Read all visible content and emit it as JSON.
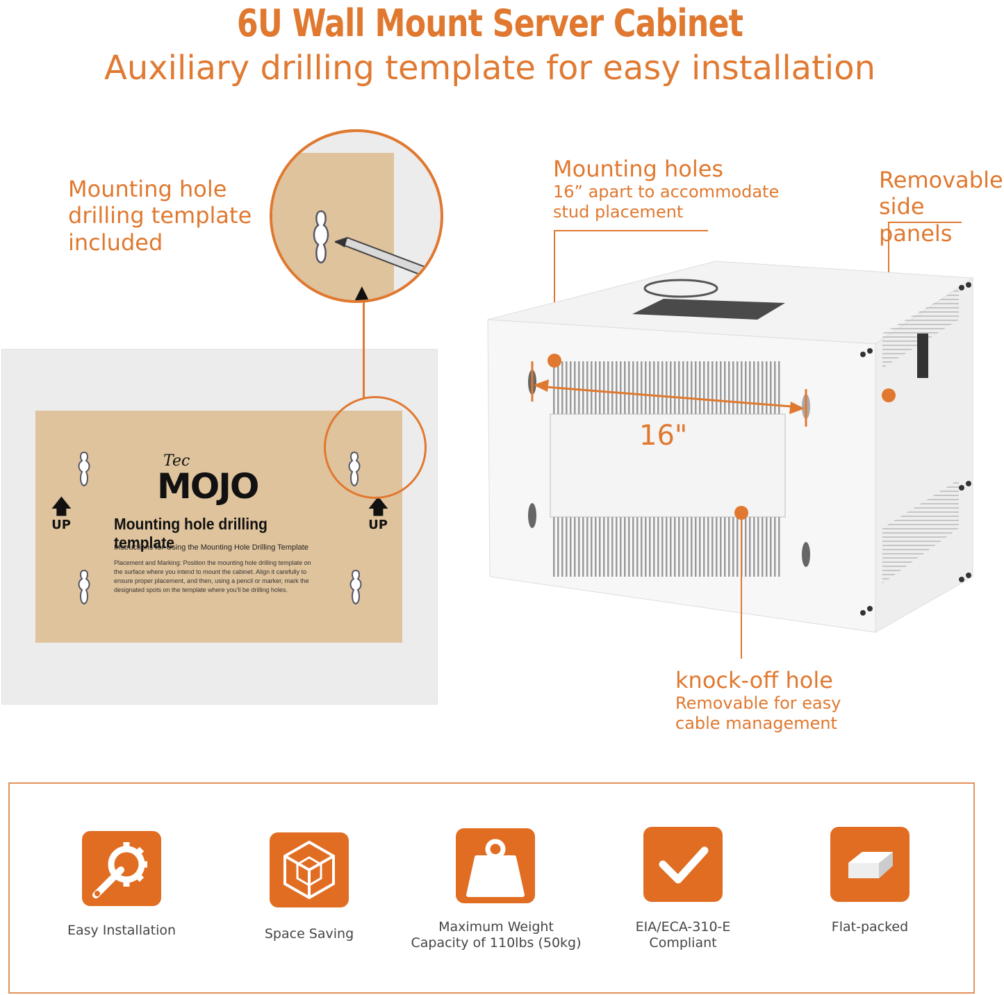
{
  "header": {
    "title": "6U Wall Mount Server Cabinet",
    "subtitle": "Auxiliary drilling template for easy installation"
  },
  "callouts": {
    "template": {
      "line1": "Mounting hole",
      "line2": "drilling template",
      "line3": "included"
    },
    "mounting": {
      "title": "Mounting holes",
      "line1": "16” apart to accommodate",
      "line2": "stud placement"
    },
    "panels": {
      "line1": "Removable",
      "line2": "side panels"
    },
    "knockoff": {
      "title": "knock-off hole",
      "line1": "Removable for easy",
      "line2": "cable management"
    },
    "dimension": "16\""
  },
  "template_card": {
    "brand_small": "Tec",
    "brand_big": "MOJO",
    "heading": "Mounting hole drilling template",
    "instructions_title": "Instructions for Using the Mounting Hole Drilling Template",
    "instructions_lines": [
      "Placement and Marking: Position the mounting hole drilling template on",
      "the surface where you intend to mount the cabinet. Align it carefully to",
      "ensure proper placement, and then, using a pencil or marker, mark the",
      "designated spots on the template where you'll be drilling holes."
    ],
    "up_left": "UP",
    "up_right": "UP"
  },
  "features": [
    {
      "label1": "Easy Installation",
      "label2": "",
      "icon": "wrench-gear-icon"
    },
    {
      "label1": "Space Saving",
      "label2": "",
      "icon": "cube-icon"
    },
    {
      "label1": "Maximum Weight",
      "label2": "Capacity of 110lbs (50kg)",
      "icon": "weight-icon"
    },
    {
      "label1": "EIA/ECA-310-E",
      "label2": "Compliant",
      "icon": "checkmark-icon"
    },
    {
      "label1": "Flat-packed",
      "label2": "",
      "icon": "flat-box-icon"
    }
  ],
  "colors": {
    "accent": "#e0782f",
    "card": "#dfc39c",
    "board": "#ececec"
  }
}
